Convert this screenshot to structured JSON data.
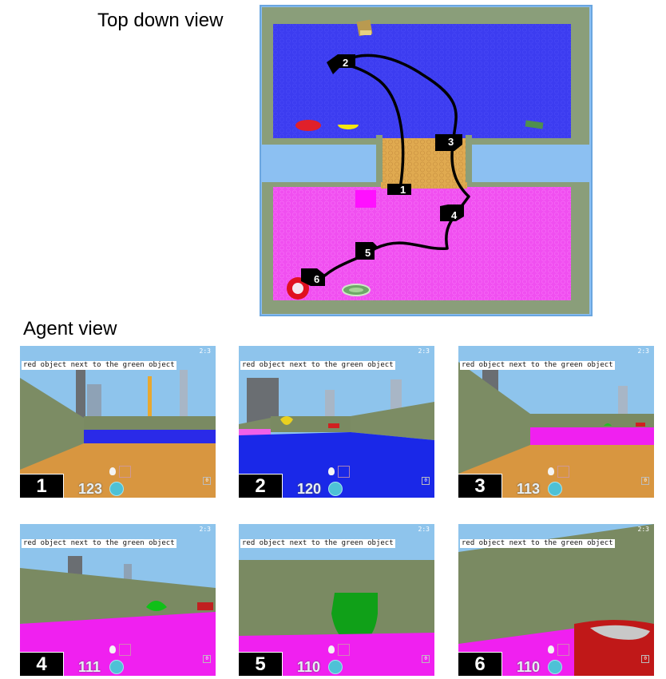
{
  "top_title": "Top down view",
  "agent_title": "Agent view",
  "map": {
    "rooms": [
      {
        "name": "blue room",
        "color": "#3c3cf0"
      },
      {
        "name": "corridor",
        "color": "#e0aa50"
      },
      {
        "name": "magenta room",
        "color": "#f04ff0"
      }
    ],
    "wall_color": "#8a9e7a",
    "void_color": "#8cc0f2",
    "waypoints": [
      "1",
      "2",
      "3",
      "4",
      "5",
      "6"
    ]
  },
  "instruction": "red object next to the green object",
  "panels": [
    {
      "label": "1",
      "score": "123",
      "timer": "2:3",
      "reward": "0"
    },
    {
      "label": "2",
      "score": "120",
      "timer": "2:3",
      "reward": "0"
    },
    {
      "label": "3",
      "score": "113",
      "timer": "2:3",
      "reward": "0"
    },
    {
      "label": "4",
      "score": "111",
      "timer": "2:3",
      "reward": "0"
    },
    {
      "label": "5",
      "score": "110",
      "timer": "2:3",
      "reward": "0"
    },
    {
      "label": "6",
      "score": "110",
      "timer": "2:3",
      "reward": "0"
    }
  ]
}
